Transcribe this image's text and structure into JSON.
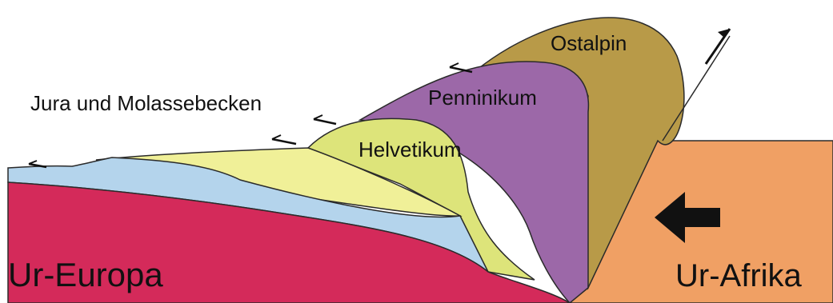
{
  "labels": {
    "jura": "Jura und Molassebecken",
    "penninikum": "Penninikum",
    "ostalpin": "Ostalpin",
    "helvetikum": "Helvetikum",
    "ur_europa": "Ur-Europa",
    "ur_afrika": "Ur-Afrika"
  },
  "colors": {
    "ur_europa": "#d42a5a",
    "ur_afrika": "#f0a064",
    "ostalpin": "#b89a48",
    "penninikum": "#9c68a8",
    "helvetikum": "#dde47a",
    "molasse": "#f0f098",
    "jura": "#b4d4ec",
    "outline": "#2a2a2a",
    "arrow": "#111111"
  },
  "icons": {
    "thrust_arrows": "half-arrow-left",
    "shear_arrow": "half-arrow-up-right",
    "push_arrow": "block-arrow-left"
  }
}
